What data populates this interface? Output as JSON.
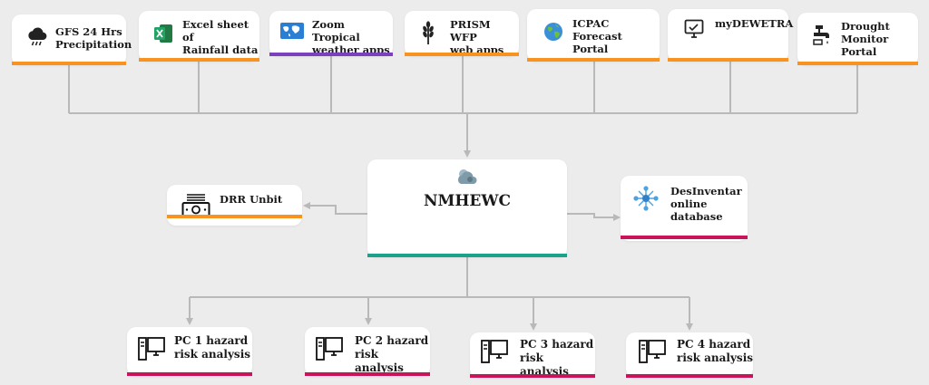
{
  "colors": {
    "orange": "#f7931e",
    "purple": "#7b3fbf",
    "crimson": "#c8145a",
    "teal": "#1aa28a",
    "connector": "#b9b9b9"
  },
  "sources": [
    {
      "label": "GFS 24 Hrs\nPrecipitation",
      "icon": "cloud-rain-icon",
      "color": "#f7931e"
    },
    {
      "label": "Excel sheet of\nRainfall data",
      "icon": "excel-icon",
      "color": "#f7931e"
    },
    {
      "label": "Zoom Tropical\nweather apps",
      "icon": "world-map-icon",
      "color": "#7b3fbf"
    },
    {
      "label": "PRISM WFP\nweb apps",
      "icon": "wheat-icon",
      "color": "#f7931e"
    },
    {
      "label": "ICPAC Forecast\nPortal",
      "icon": "globe-icon",
      "color": "#f7931e"
    },
    {
      "label": "myDEWETRA",
      "icon": "monitor-icon",
      "color": "#f7931e"
    },
    {
      "label": "Drought\nMonitor Portal",
      "icon": "tap-icon",
      "color": "#f7931e"
    }
  ],
  "hub": {
    "label": "NMHEWC",
    "icon": "weather-cloud-icon",
    "color": "#1aa28a"
  },
  "left_output": {
    "label": "DRR Unbit",
    "icon": "cash-icon",
    "color": "#f7931e"
  },
  "right_output": {
    "label": "DesInventar\nonline\ndatabase",
    "icon": "network-icon",
    "color": "#c8145a"
  },
  "pcs": [
    {
      "label": "PC 1 hazard\nrisk analysis",
      "icon": "computer-icon",
      "color": "#c8145a"
    },
    {
      "label": "PC 2 hazard\nrisk analysis",
      "icon": "computer-icon",
      "color": "#c8145a"
    },
    {
      "label": "PC 3 hazard\nrisk analysis",
      "icon": "computer-icon",
      "color": "#c8145a"
    },
    {
      "label": "PC 4 hazard\nrisk analysis",
      "icon": "computer-icon",
      "color": "#c8145a"
    }
  ]
}
